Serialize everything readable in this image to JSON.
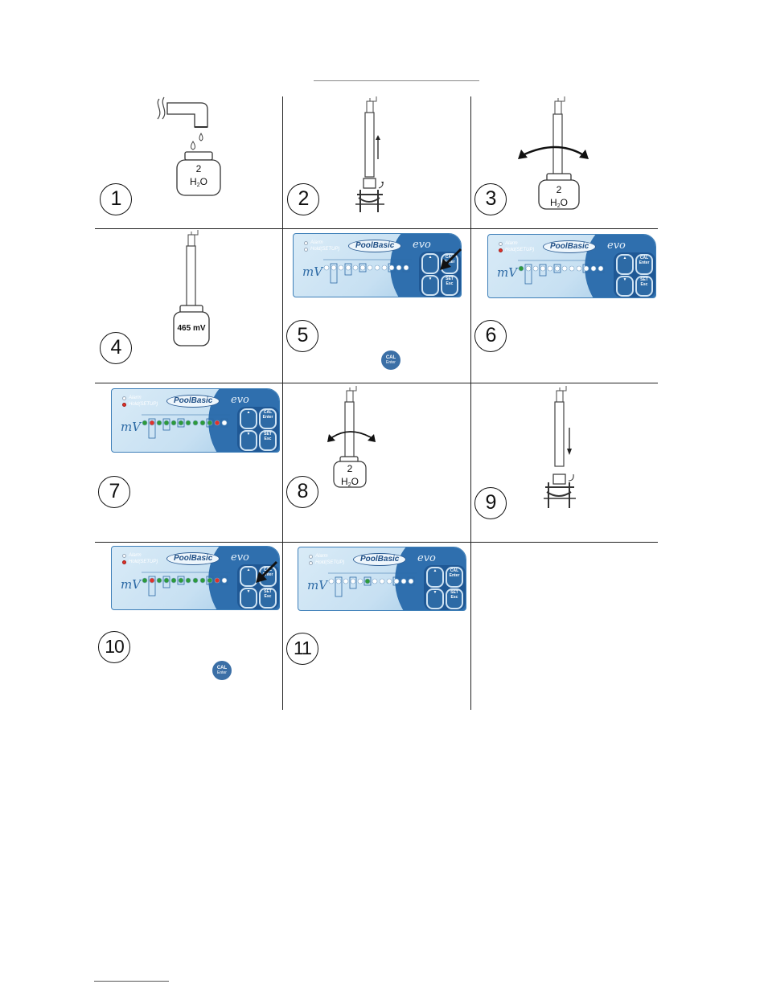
{
  "steps": [
    {
      "num": "1",
      "bottle_num": "2",
      "bottle_text": "H",
      "bottle_sub": "2",
      "bottle_tail": "O"
    },
    {
      "num": "2"
    },
    {
      "num": "3",
      "bottle_num": "2",
      "bottle_text": "H",
      "bottle_sub": "2",
      "bottle_tail": "O"
    },
    {
      "num": "4",
      "bottle_value": "465 mV"
    },
    {
      "num": "5"
    },
    {
      "num": "6"
    },
    {
      "num": "7"
    },
    {
      "num": "8",
      "bottle_num": "2",
      "bottle_text": "H",
      "bottle_sub": "2",
      "bottle_tail": "O"
    },
    {
      "num": "9"
    },
    {
      "num": "10"
    },
    {
      "num": "11"
    }
  ],
  "panel": {
    "alarm_label": "Alarm",
    "hold_label": "Hold(SETUP)",
    "brand": "PoolBasic",
    "brand_suffix": "evo",
    "unit": "mV",
    "cal_line1": "CAL",
    "cal_line2": "Enter",
    "set_line1": "SET",
    "set_line2": "Esc"
  },
  "cal_icon": {
    "line1": "CAL",
    "line2": "Enter"
  }
}
